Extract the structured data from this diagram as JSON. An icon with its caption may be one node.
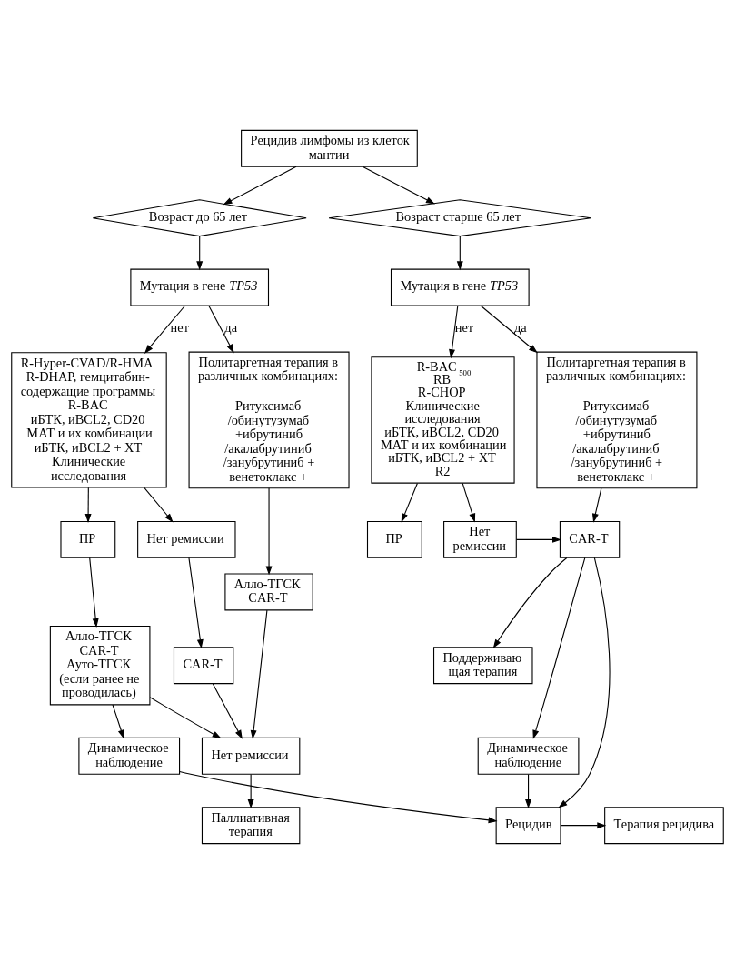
{
  "diagram": {
    "nodes": [
      {
        "text": [
          "Рецидив лимфомы из клеток мантии"
        ]
      },
      {
        "text": [
          "Возраст до 65 лет"
        ]
      },
      {
        "text": [
          "Возраст старше 65 лет"
        ]
      },
      {
        "text": [
          "Мутация в гене *TP53*"
        ]
      },
      {
        "text": [
          "Мутация в гене *TP53*"
        ]
      },
      {
        "text": [
          "R-Hyper-CVAD/R-HMA",
          "R-DHAP, гемцитабин-содержащие программы",
          "R-BAC",
          "иБТК, иBCL2, CD20 МАТ и их комбинации",
          "иБТК, иBCL2 + ХТ",
          "Клинические исследования"
        ]
      },
      {
        "text": [
          "Политаргетная терапия в различных комбинациях:",
          "Ритуксимаб /обинутузумаб +ибрутиниб /акалабрутиниб /занубрутиниб + венетоклакс +"
        ]
      },
      {
        "text": [
          "R-BAC$_{500}$",
          "RB",
          "R-CHOP",
          "Клинические исследования",
          "иБТК, иBCL2, CD20 МАТ и их комбинации",
          "иБТК, иBCL2 + ХТ",
          "R2"
        ]
      },
      {
        "text": [
          "Политаргетная терапия в различных комбинациях:",
          "Ритуксимаб /обинутузумаб +ибрутиниб /акалабрутиниб /занубрутиниб + венетоклакс +"
        ]
      },
      {
        "text": [
          "ПР"
        ]
      },
      {
        "text": [
          "Нет ремиссии"
        ]
      },
      {
        "text": [
          "Алло-ТГСК",
          "CAR-T"
        ]
      },
      {
        "text": [
          "ПР"
        ]
      },
      {
        "text": [
          "Нет ремиссии"
        ]
      },
      {
        "text": [
          "CAR-T"
        ]
      },
      {
        "text": [
          "CAR-T"
        ]
      },
      {
        "text": [
          "Поддерживаю щая терапия"
        ]
      },
      {
        "text": [
          "Алло-ТГСК",
          "CAR-T",
          "Ауто-ТГСК",
          "(если ранее не проводилась)"
        ]
      },
      {
        "text": [
          "Нет ремиссии"
        ]
      },
      {
        "text": [
          "Динамическое наблюдение"
        ]
      },
      {
        "text": [
          "Паллиативная терапия"
        ]
      },
      {
        "text": [
          "Динамическое наблюдение"
        ]
      },
      {
        "text": [
          "Рецидив"
        ]
      },
      {
        "text": [
          "Терапия рецидива"
        ]
      }
    ],
    "edges": [
      {
        "from": 0,
        "to": 1,
        "arrow": "to"
      },
      {
        "from": 0,
        "to": 2,
        "arrow": "to"
      },
      {
        "from": 1,
        "to": 3,
        "arrow": "to"
      },
      {
        "from": 2,
        "to": 4,
        "arrow": "to"
      },
      {
        "from": 3,
        "to": 5,
        "arrow": "to",
        "label": "нет"
      },
      {
        "from": 3,
        "to": 6,
        "arrow": "to",
        "label": "да"
      },
      {
        "from": 4,
        "to": 7,
        "arrow": "to",
        "label": "нет"
      },
      {
        "from": 4,
        "to": 8,
        "arrow": "to",
        "label": "да"
      },
      {
        "from": 5,
        "to": 9,
        "arrow": "to"
      },
      {
        "from": 5,
        "to": 10,
        "arrow": "to"
      },
      {
        "from": 6,
        "to": 11,
        "arrow": "to"
      },
      {
        "from": 7,
        "to": 12,
        "arrow": "to"
      },
      {
        "from": 7,
        "to": 13,
        "arrow": "to"
      },
      {
        "from": 8,
        "to": 14,
        "arrow": "to"
      },
      {
        "from": 10,
        "to": 15,
        "arrow": "to"
      },
      {
        "from": 13,
        "to": 14,
        "arrow": "to"
      },
      {
        "from": 9,
        "to": 17,
        "arrow": "to"
      },
      {
        "from": 15,
        "to": 18,
        "arrow": "to"
      },
      {
        "from": 11,
        "to": 18,
        "arrow": "to"
      },
      {
        "from": 17,
        "to": 18,
        "arrow": "to"
      },
      {
        "from": 18,
        "to": 20,
        "arrow": "to"
      },
      {
        "from": 17,
        "to": 21,
        "arrow": "to"
      },
      {
        "from": 21,
        "to": 22,
        "arrow": "to"
      },
      {
        "from": 14,
        "to": 16,
        "arrow": "to"
      },
      {
        "from": 14,
        "to": 19,
        "arrow": "to"
      },
      {
        "from": 14,
        "to": 22,
        "arrow": "to"
      },
      {
        "from": 19,
        "to": 22,
        "arrow": "to"
      },
      {
        "from": 22,
        "to": 23,
        "arrow": "to"
      }
    ]
  }
}
